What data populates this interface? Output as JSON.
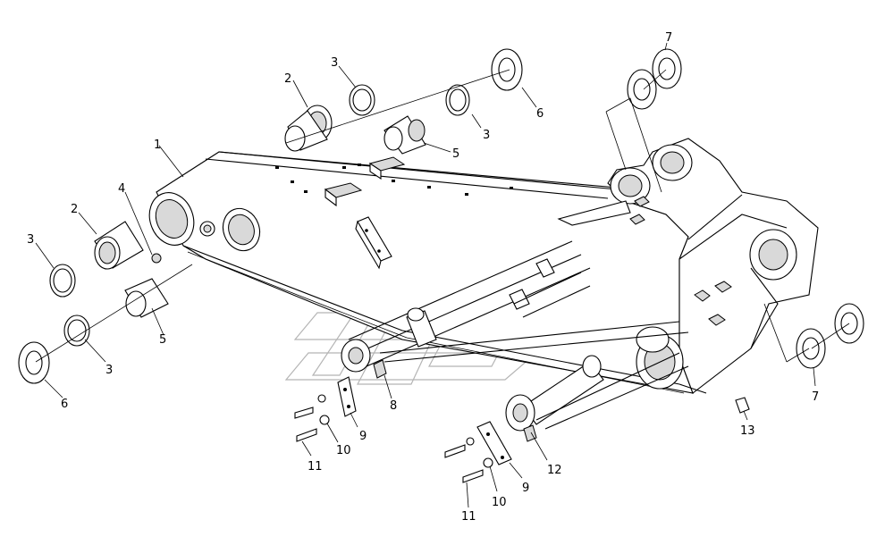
{
  "drawing": {
    "labels": {
      "l1": "1",
      "l2a": "2",
      "l2b": "2",
      "l3a": "3",
      "l3b": "3",
      "l3c": "3",
      "l3d": "3",
      "l4": "4",
      "l5a": "5",
      "l5b": "5",
      "l6a": "6",
      "l6b": "6",
      "l7a": "7",
      "l7b": "7",
      "l8": "8",
      "l9a": "9",
      "l9b": "9",
      "l10a": "10",
      "l10b": "10",
      "l11a": "11",
      "l11b": "11",
      "l12": "12",
      "l13": "13"
    }
  }
}
